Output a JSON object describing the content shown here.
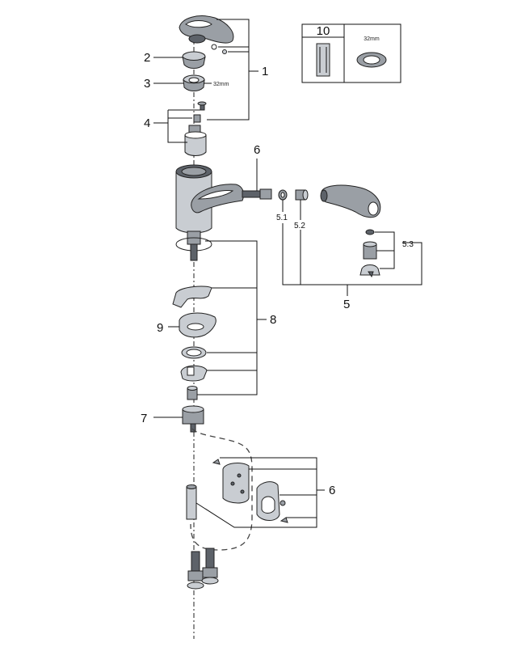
{
  "labels": {
    "p1": "1",
    "p2": "2",
    "p3": "3",
    "p4": "4",
    "p5": "5",
    "p5_1": "5.1",
    "p5_2": "5.2",
    "p5_3": "5.3",
    "p6a": "6",
    "p6b": "6",
    "p7": "7",
    "p8": "8",
    "p9": "9",
    "p10": "10"
  },
  "dimensions": {
    "nut_size": "32mm",
    "inset_size": "32mm"
  }
}
